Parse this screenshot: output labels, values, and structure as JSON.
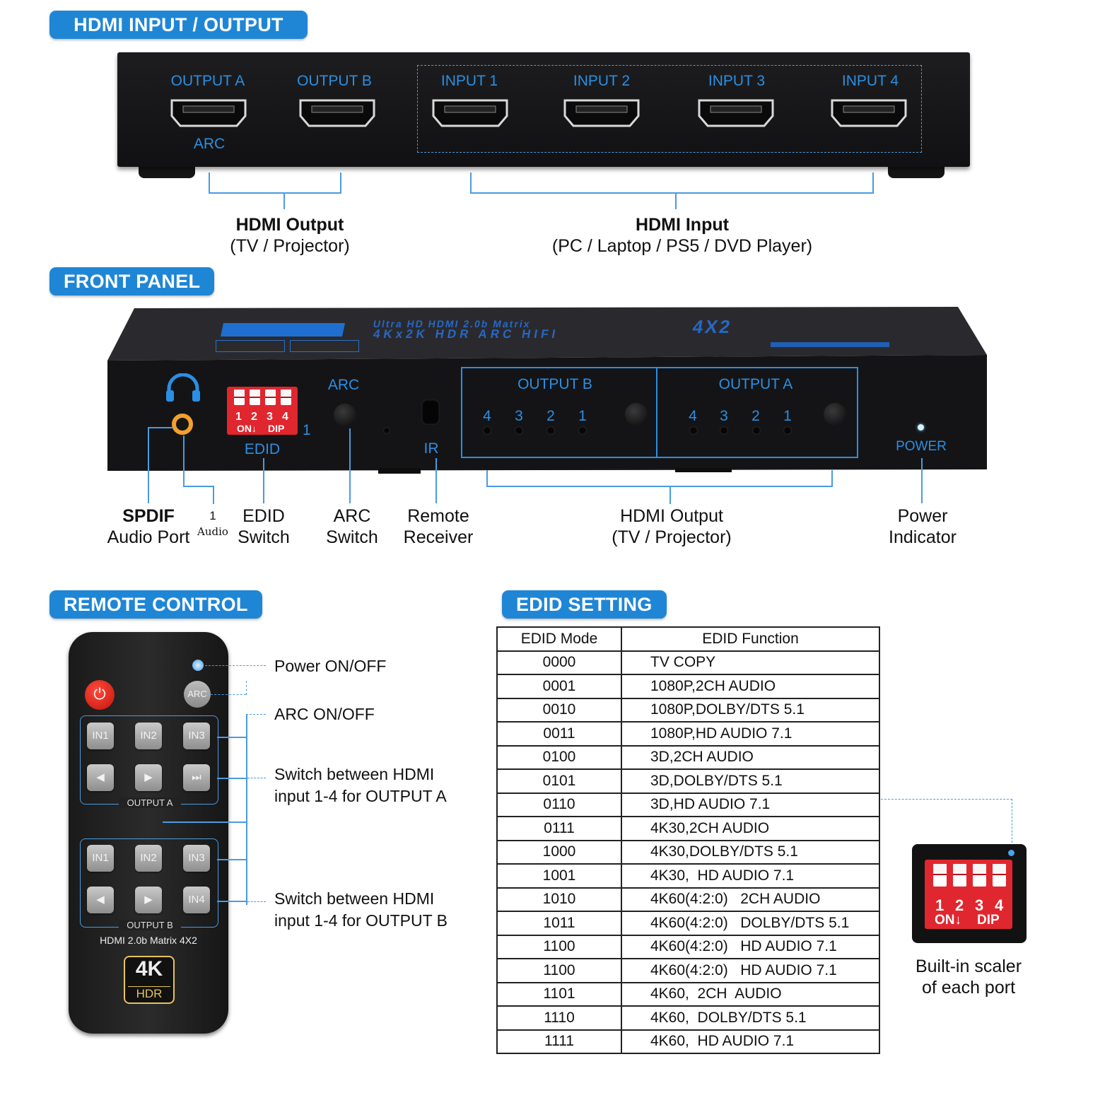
{
  "sections": {
    "io": "HDMI INPUT / OUTPUT",
    "front": "FRONT PANEL",
    "remote": "REMOTE CONTROL",
    "edid": "EDID SETTING"
  },
  "top_panel": {
    "ports": [
      "OUTPUT A",
      "OUTPUT B",
      "INPUT 1",
      "INPUT 2",
      "INPUT 3",
      "INPUT 4"
    ],
    "arc_label": "ARC"
  },
  "top_captions": {
    "output_title": "HDMI Output",
    "output_sub": "(TV / Projector)",
    "input_title": "HDMI Input",
    "input_sub": "(PC / Laptop / PS5 / DVD Player)"
  },
  "front_panel": {
    "brand_line1": "Ultra HD  HDMI 2.0b Matrix",
    "brand_line2": "4Kx2K HDR ARC HIFI",
    "brand_model": "4X2",
    "arc_label": "ARC",
    "edid_label": "EDID",
    "ir_label": "IR",
    "output_b": "OUTPUT B",
    "output_a": "OUTPUT A",
    "power_label": "POWER",
    "dip_numbers": [
      "1",
      "2",
      "3",
      "4"
    ],
    "dip_on": "ON↓",
    "dip_dip": "DIP",
    "dip_side": "1",
    "led_numbers": [
      "4",
      "3",
      "2",
      "1"
    ]
  },
  "front_captions": {
    "spdif_1": "SPDIF",
    "spdif_2": "Audio Port",
    "audio_1": "1",
    "audio_2": "Audio",
    "edid_1": "EDID",
    "edid_2": "Switch",
    "arc_1": "ARC",
    "arc_2": "Switch",
    "remote_1": "Remote",
    "remote_2": "Receiver",
    "out_1": "HDMI Output",
    "out_2": "(TV / Projector)",
    "power_1": "Power",
    "power_2": "Indicator"
  },
  "remote": {
    "arc_btn": "ARC",
    "group_a": [
      "IN1",
      "IN2",
      "IN3"
    ],
    "group_b": [
      "IN1",
      "IN2",
      "IN3"
    ],
    "in4": "IN4",
    "output_a": "OUTPUT A",
    "output_b": "OUTPUT B",
    "model": "HDMI 2.0b Matrix 4X2",
    "logo_4k": "4K",
    "logo_hdr": "HDR"
  },
  "remote_notes": {
    "power": "Power ON/OFF",
    "arc": "ARC ON/OFF",
    "switch_a_1": "Switch between HDMI",
    "switch_a_2": "input 1-4 for OUTPUT A",
    "switch_b_1": "Switch between HDMI",
    "switch_b_2": "input 1-4 for OUTPUT B"
  },
  "edid_table": {
    "headers": [
      "EDID Mode",
      "EDID Function"
    ],
    "rows": [
      [
        "0000",
        "TV COPY"
      ],
      [
        "0001",
        "1080P,2CH AUDIO"
      ],
      [
        "0010",
        "1080P,DOLBY/DTS 5.1"
      ],
      [
        "0011",
        "1080P,HD AUDIO 7.1"
      ],
      [
        "0100",
        "3D,2CH AUDIO"
      ],
      [
        "0101",
        "3D,DOLBY/DTS 5.1"
      ],
      [
        "0110",
        "3D,HD AUDIO 7.1"
      ],
      [
        "0111",
        "4K30,2CH AUDIO"
      ],
      [
        "1000",
        "4K30,DOLBY/DTS 5.1"
      ],
      [
        "1001",
        "4K30,  HD AUDIO 7.1"
      ],
      [
        "1010",
        "4K60(4:2:0)   2CH AUDIO"
      ],
      [
        "1011",
        "4K60(4:2:0)   DOLBY/DTS 5.1"
      ],
      [
        "1100",
        "4K60(4:2:0)   HD AUDIO 7.1"
      ],
      [
        "1100",
        "4K60(4:2:0)   HD AUDIO 7.1"
      ],
      [
        "1101",
        "4K60,  2CH  AUDIO"
      ],
      [
        "1110",
        "4K60,  DOLBY/DTS 5.1"
      ],
      [
        "1111",
        "4K60,  HD AUDIO 7.1"
      ]
    ]
  },
  "scaler": {
    "numbers": [
      "1",
      "2",
      "3",
      "4"
    ],
    "on": "ON↓",
    "dip": "DIP",
    "caption_1": "Built-in scaler",
    "caption_2": "of each port"
  },
  "colors": {
    "accent": "#1f86d6",
    "line": "#4a9be0",
    "device": "#151517",
    "dip_red": "#e0262f"
  }
}
